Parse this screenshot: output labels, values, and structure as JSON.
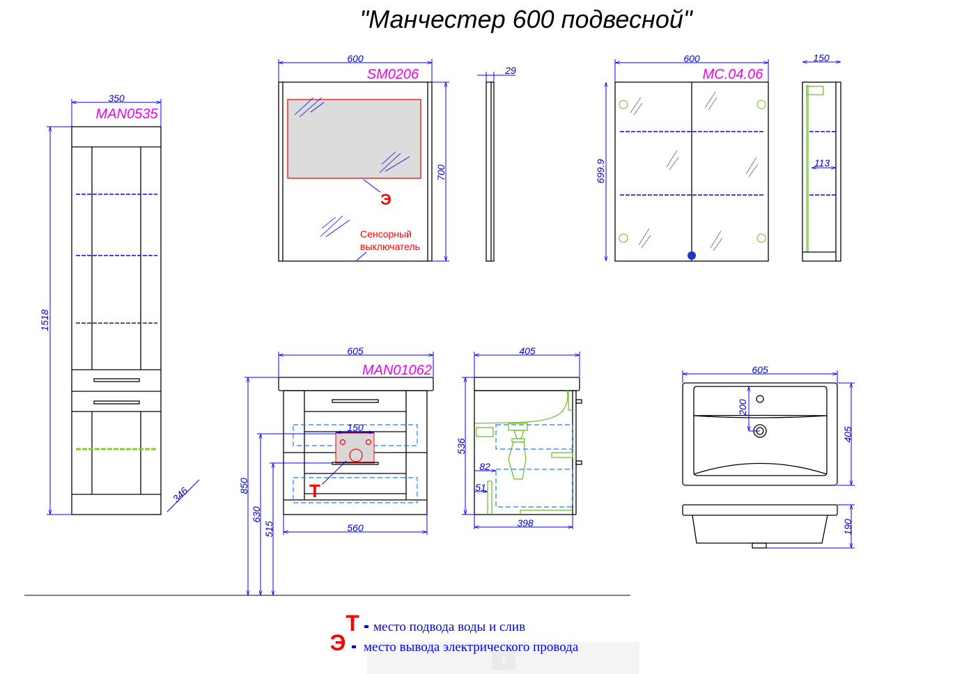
{
  "title": "\"Манчестер 600 подвесной\"",
  "pencil_case": {
    "code": "MAN0535",
    "width": "350",
    "height": "1518",
    "depth": "346"
  },
  "mirror": {
    "code": "SM0206",
    "width": "600",
    "height": "700",
    "depth": "29",
    "electric_mark": "Э",
    "switch_line1": "Сенсорный",
    "switch_line2": "выключатель"
  },
  "mirror_cabinet": {
    "code": "MC.04.06",
    "width": "600",
    "height": "699.9",
    "depth": "150",
    "shelf_depth": "113"
  },
  "vanity": {
    "code": "MAN01062",
    "width": "605",
    "body_width": "560",
    "height_total": "850",
    "height_pipes": "630",
    "height_drain": "515",
    "plate_width": "150",
    "water_mark": "Т"
  },
  "vanity_side": {
    "depth": "405",
    "body_depth": "398",
    "height": "536",
    "offset1": "82",
    "offset2": "51"
  },
  "basin": {
    "width": "605",
    "depth": "405",
    "drain_offset": "200",
    "height": "190"
  },
  "legend": [
    {
      "mark": "Т",
      "text": "место подвода воды и слив"
    },
    {
      "mark": "Э",
      "text": "место вывода электрического провода"
    }
  ],
  "toolbar": {
    "page": "1"
  },
  "colors": {
    "dimension": "#0000ff",
    "code": "#ee00ee",
    "mark": "#ff0000",
    "fitting": "#66bb22"
  }
}
